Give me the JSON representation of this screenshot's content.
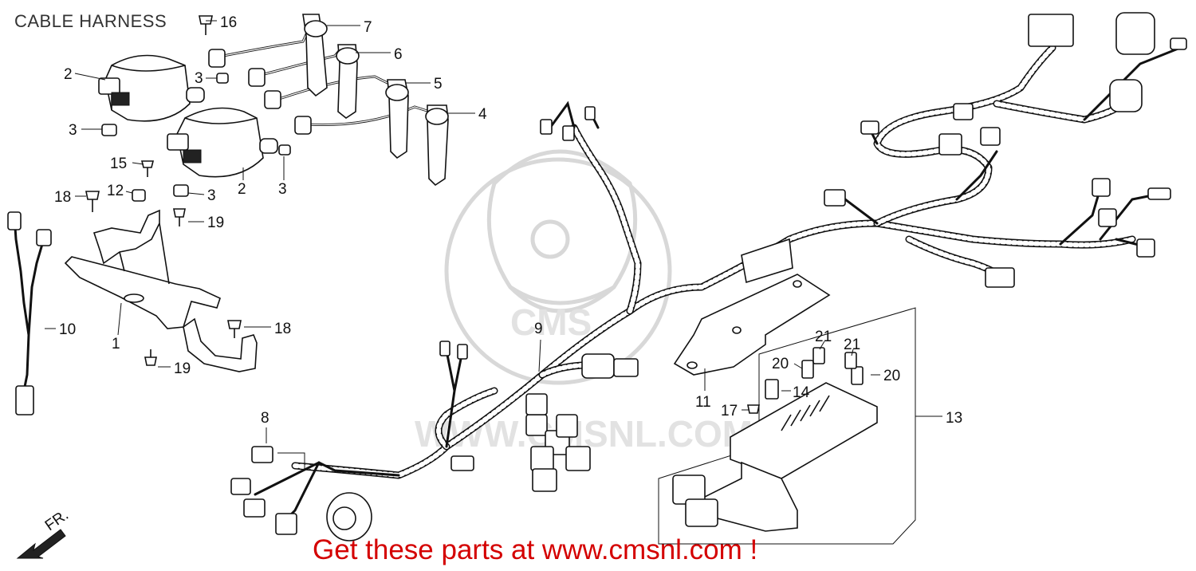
{
  "title": "CABLE HARNESS",
  "promo_text": "Get these parts at www.cmsnl.com !",
  "watermark_text": "WWW.CMSNL.COM",
  "front_label": "FR.",
  "colors": {
    "promo": "#d40000",
    "line": "#111111",
    "watermark": "#d8d8d8"
  },
  "callouts": [
    "1",
    "2",
    "3",
    "4",
    "5",
    "6",
    "7",
    "8",
    "9",
    "10",
    "11",
    "12",
    "13",
    "14",
    "15",
    "16",
    "17",
    "18",
    "19",
    "20",
    "21"
  ]
}
